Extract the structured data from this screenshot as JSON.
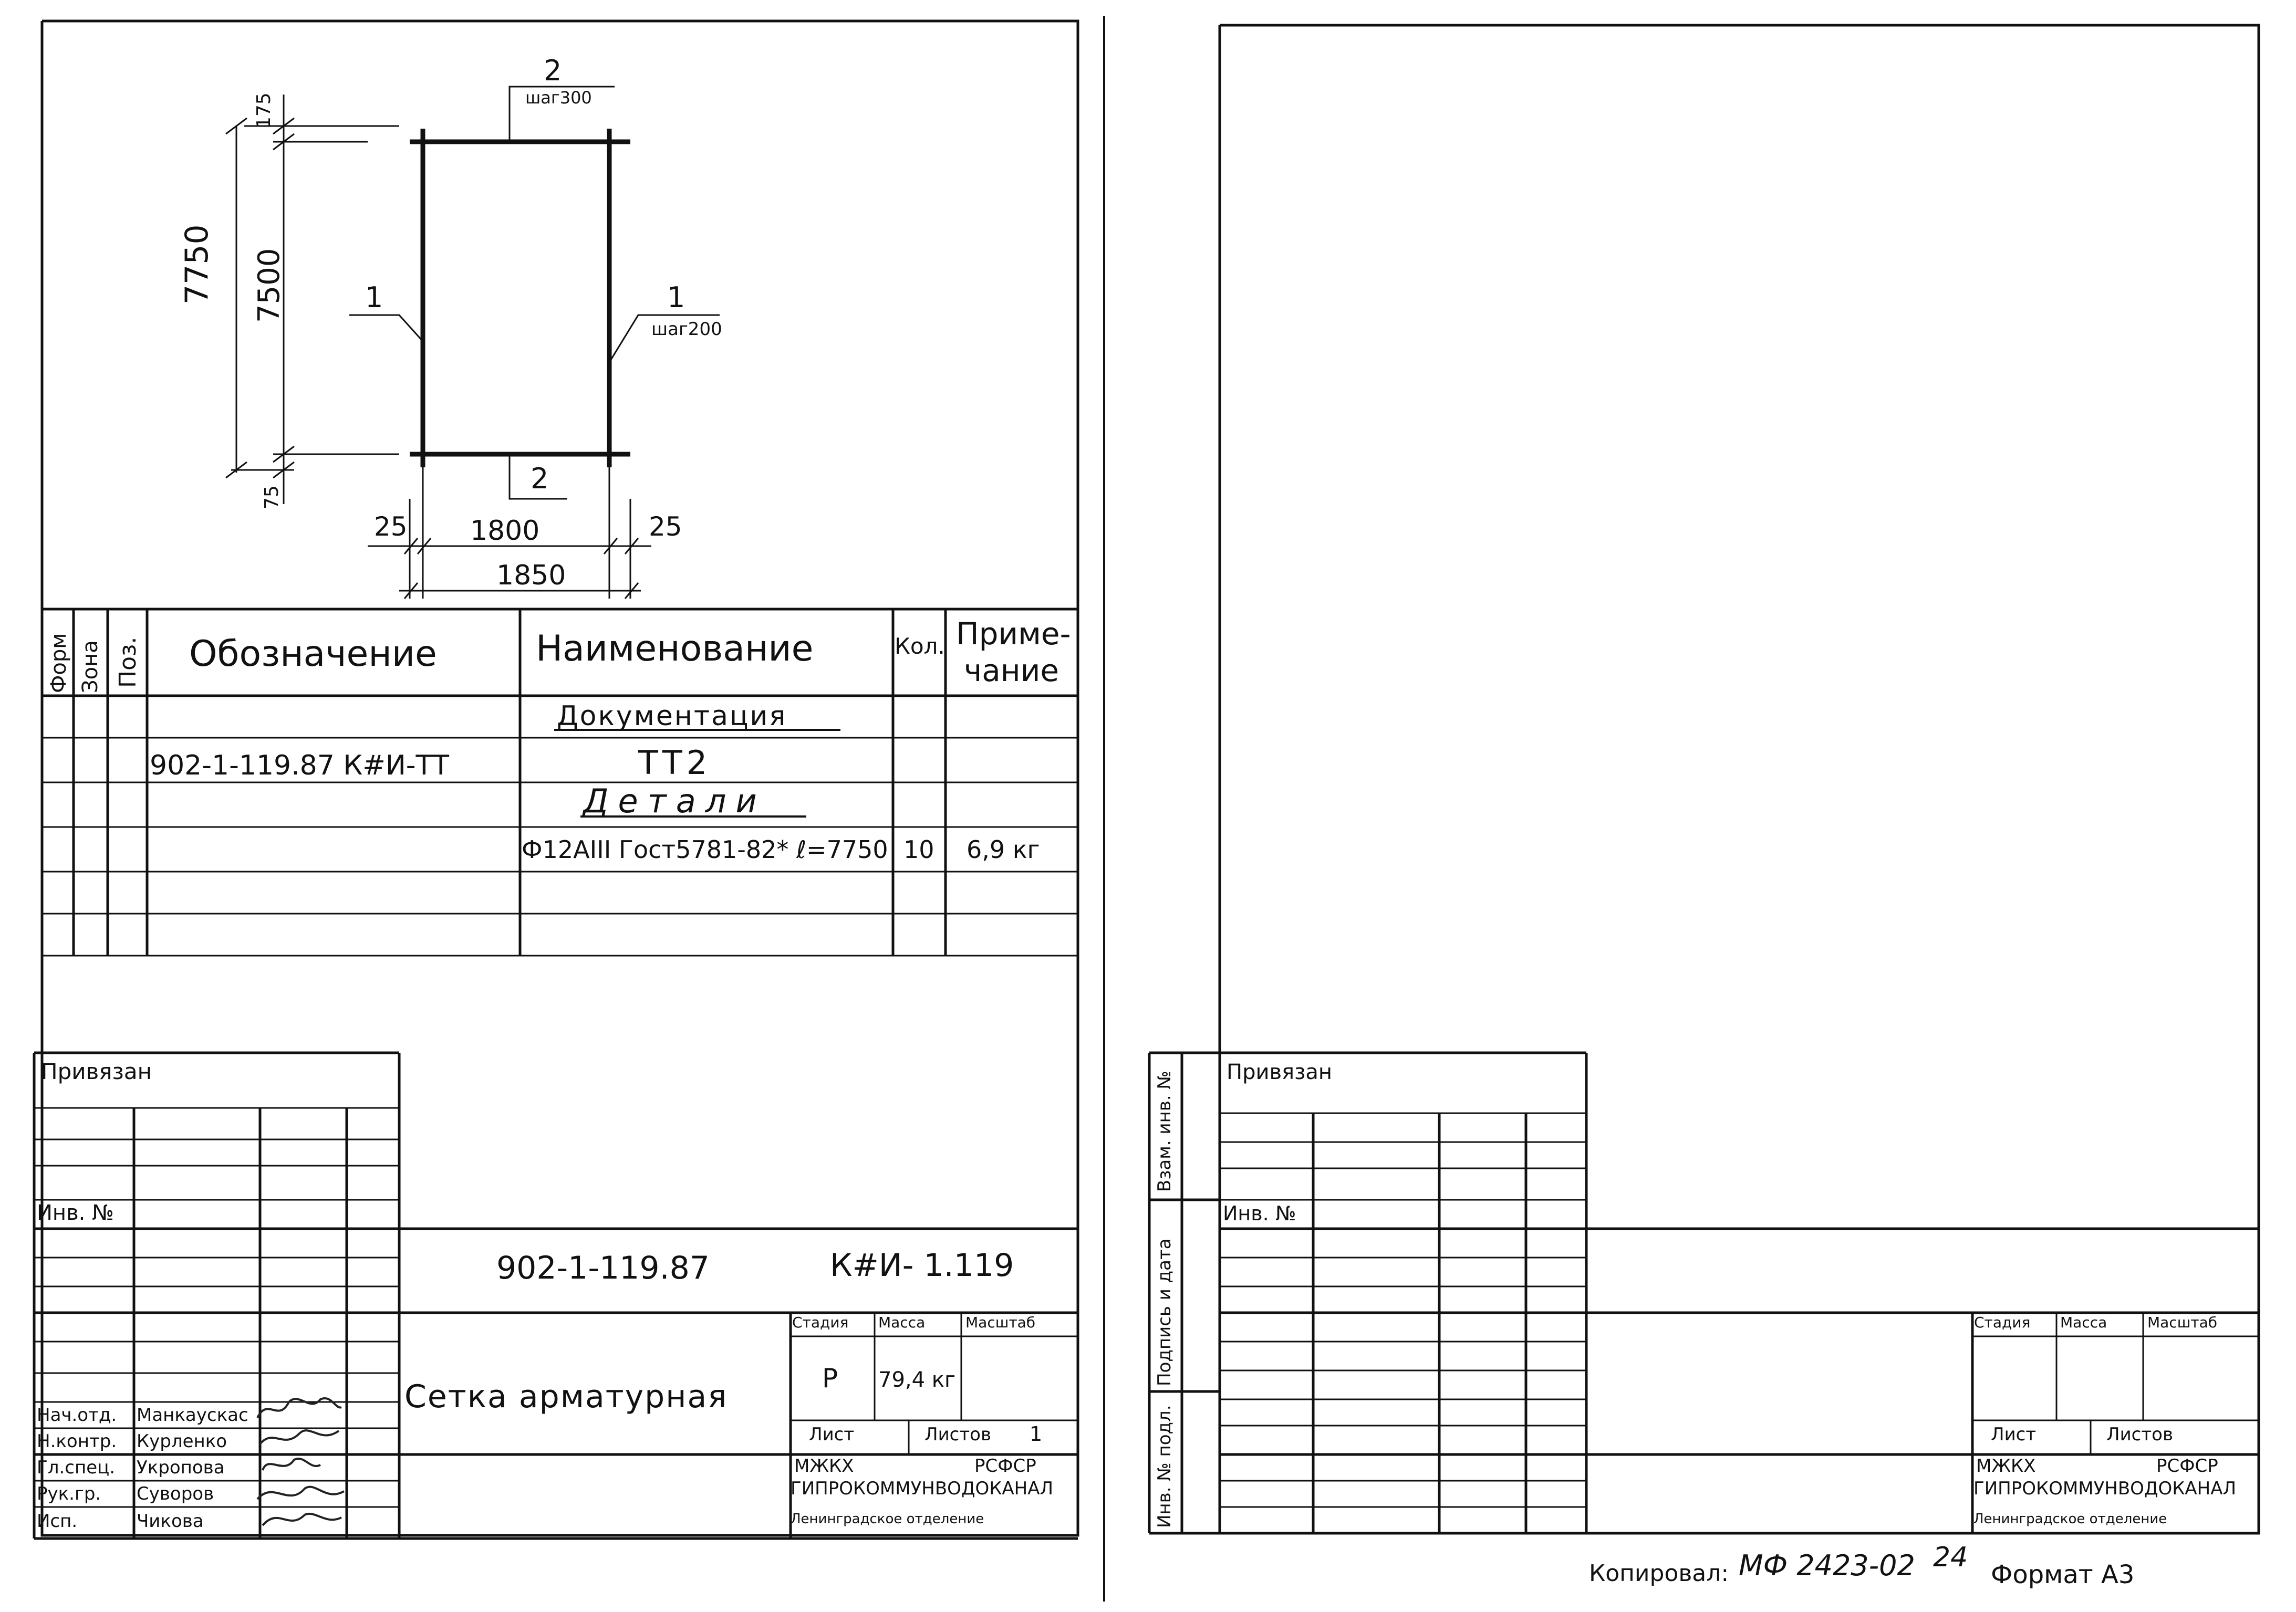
{
  "drawing": {
    "dims": {
      "total_height": "7750",
      "inner_height": "7500",
      "top_offset": "175",
      "bottom_offset": "75",
      "side_left": "25",
      "side_right": "25",
      "inner_width": "1800",
      "total_width": "1850"
    },
    "callouts": {
      "top_pos": "2",
      "top_step": "шаг300",
      "bottom_pos": "2",
      "left_pos": "1",
      "right_pos": "1",
      "right_step": "шаг200"
    }
  },
  "spec": {
    "headers": {
      "form": "Форм",
      "zone": "Зона",
      "pos": "Поз.",
      "designation": "Обозначение",
      "name": "Наименование",
      "qty": "Кол.",
      "note_line1": "Приме-",
      "note_line2": "чание"
    },
    "rows": [
      {
        "designation": "",
        "name": "Документация",
        "qty": "",
        "note": ""
      },
      {
        "designation": "902-1-119.87  К#И-ТТ",
        "name": "ТТ2",
        "qty": "",
        "note": ""
      },
      {
        "designation": "",
        "name": "Детали",
        "qty": "",
        "note": ""
      },
      {
        "designation": "",
        "name": "Ф12АIII Гост5781-82* ℓ=7750",
        "qty": "10",
        "note": "6,9 кг"
      }
    ]
  },
  "title_block": {
    "privyazan": "Привязан",
    "inv_no": "Инв. №",
    "project_code": "902-1-119.87",
    "sheet_code": "К#И- 1.119",
    "title": "Сетка арматурная",
    "stage_label": "Стадия",
    "mass_label": "Масса",
    "scale_label": "Масштаб",
    "stage_value": "Р",
    "mass_value": "79,4 кг",
    "sheet_label": "Лист",
    "sheets_label": "Листов",
    "sheets_value": "1",
    "org_line1_left": "МЖКХ",
    "org_line1_right": "РСФСР",
    "org_line2": "ГИПРОКОММУНВОДОКАНАЛ",
    "org_line3": "Ленинградское отделение",
    "roles": [
      {
        "role": "Нач.отд.",
        "name": "Манкаускас"
      },
      {
        "role": "Н.контр.",
        "name": "Курленко"
      },
      {
        "role": "Гл.спец.",
        "name": "Укропова"
      },
      {
        "role": "Рук.гр.",
        "name": "Суворов"
      },
      {
        "role": "Исп.",
        "name": "Чикова"
      }
    ]
  },
  "right_sheet": {
    "privyazan": "Привязан",
    "inv_no": "Инв. №",
    "side_labels": [
      "Взам. инв. №",
      "Подпись и дата",
      "Инв. № подл."
    ],
    "stage_label": "Стадия",
    "mass_label": "Масса",
    "scale_label": "Масштаб",
    "sheet_label": "Лист",
    "sheets_label": "Листов",
    "org_line1_left": "МЖКХ",
    "org_line1_right": "РСФСР",
    "org_line2": "ГИПРОКОММУНВОДОКАНАЛ",
    "org_line3": "Ленинградское отделение"
  },
  "footer": {
    "copied_label": "Копировал:",
    "copy_code": "МФ 2423-02",
    "page_number": "24",
    "format": "Формат А3"
  }
}
